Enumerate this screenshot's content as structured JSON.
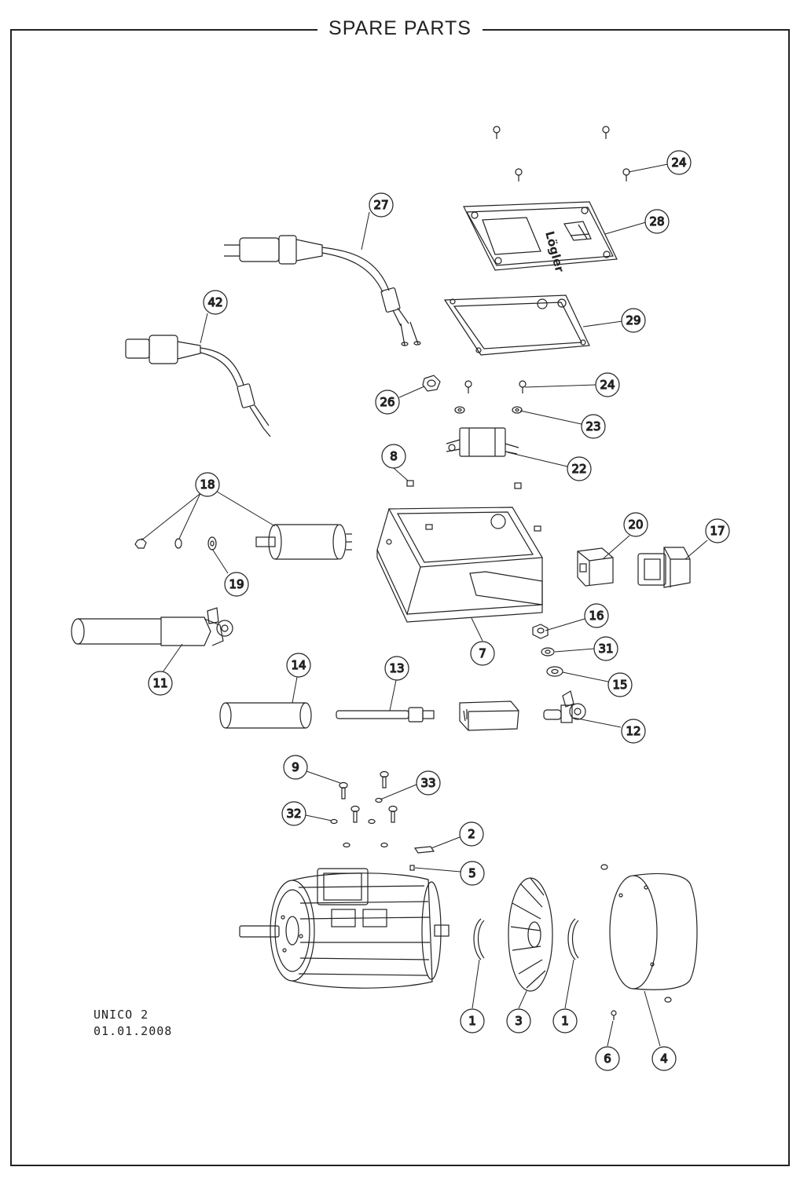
{
  "header": {
    "title": "SPARE PARTS"
  },
  "footer": {
    "model": "UNICO 2",
    "date": "01.01.2008"
  },
  "brand": {
    "logo_text": "Lögler"
  },
  "callouts": [
    "1",
    "1",
    "2",
    "3",
    "4",
    "5",
    "6",
    "7",
    "8",
    "9",
    "11",
    "12",
    "13",
    "14",
    "15",
    "16",
    "17",
    "18",
    "19",
    "20",
    "22",
    "23",
    "24",
    "24",
    "26",
    "27",
    "28",
    "29",
    "31",
    "32",
    "33",
    "42"
  ]
}
